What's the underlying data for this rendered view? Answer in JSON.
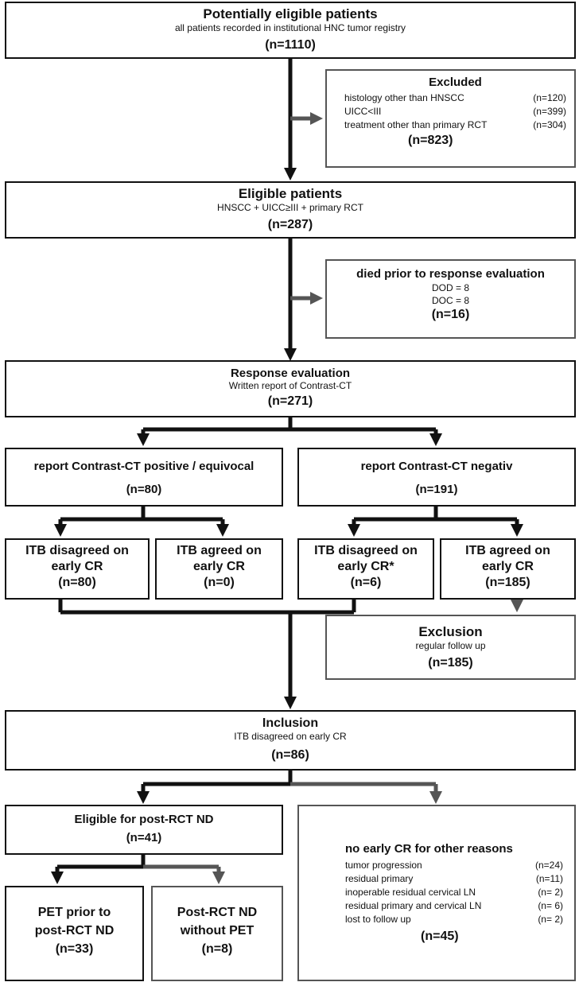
{
  "boxes": {
    "potential": {
      "title": "Potentially eligible patients",
      "subtitle": "all patients recorded in institutional HNC tumor registry",
      "n": "(n=1110)"
    },
    "excluded1": {
      "title": "Excluded",
      "items": [
        {
          "label": "histology other than HNSCC",
          "n": "(n=120)"
        },
        {
          "label": "UICC<III",
          "n": "(n=399)"
        },
        {
          "label": "treatment other than primary RCT",
          "n": "(n=304)"
        }
      ],
      "n": "(n=823)"
    },
    "eligible": {
      "title": "Eligible patients",
      "subtitle": "HNSCC + UICC≥III + primary RCT",
      "n": "(n=287)"
    },
    "died": {
      "title": "died prior to response evaluation",
      "line1": "DOD = 8",
      "line2": "DOC = 8",
      "n": "(n=16)"
    },
    "response": {
      "title": "Response evaluation",
      "subtitle": "Written report of Contrast-CT",
      "n": "(n=271)"
    },
    "ct_pos": {
      "title": "report Contrast-CT positive / equivocal",
      "n": "(n=80)"
    },
    "ct_neg": {
      "title": "report Contrast-CT negativ",
      "n": "(n=191)"
    },
    "itb1": {
      "line1": "ITB disagreed on",
      "line2": "early CR",
      "n": "(n=80)"
    },
    "itb2": {
      "line1": "ITB agreed on",
      "line2": "early CR",
      "n": "(n=0)"
    },
    "itb3": {
      "line1": "ITB disagreed on",
      "line2": "early CR*",
      "n": "(n=6)"
    },
    "itb4": {
      "line1": "ITB agreed on",
      "line2": "early CR",
      "n": "(n=185)"
    },
    "exclusion2": {
      "title": "Exclusion",
      "subtitle": "regular follow up",
      "n": "(n=185)"
    },
    "inclusion": {
      "title": "Inclusion",
      "subtitle": "ITB disagreed on early CR",
      "n": "(n=86)"
    },
    "eligible_nd": {
      "title": "Eligible for post-RCT ND",
      "n": "(n=41)"
    },
    "no_cr": {
      "title": "no early CR for other reasons",
      "items": [
        {
          "label": "tumor progression",
          "n": "(n=24)"
        },
        {
          "label": "residual primary",
          "n": "(n=11)"
        },
        {
          "label": "inoperable residual cervical LN",
          "n": "(n= 2)"
        },
        {
          "label": "residual primary and cervical LN",
          "n": "(n= 6)"
        },
        {
          "label": "lost to follow up",
          "n": "(n= 2)"
        }
      ],
      "n": "(n=45)"
    },
    "pet": {
      "line1": "PET prior to",
      "line2": "post-RCT ND",
      "n": "(n=33)"
    },
    "nopet": {
      "line1": "Post-RCT ND",
      "line2": "without PET",
      "n": "(n=8)"
    }
  },
  "colors": {
    "primary": "#111111",
    "secondary": "#555555"
  }
}
